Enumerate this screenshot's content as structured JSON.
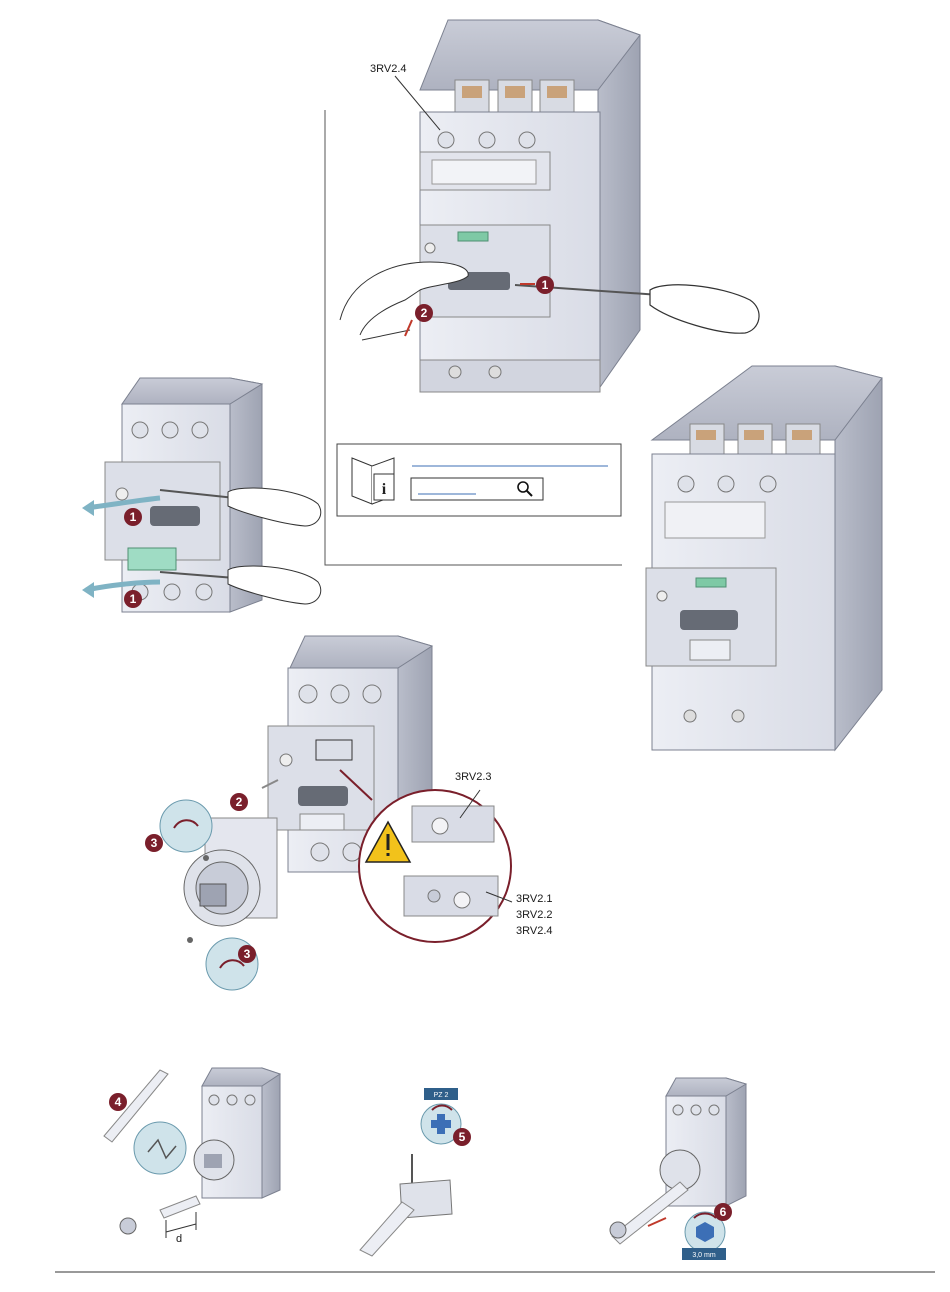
{
  "labels": {
    "top_device": "3RV2.4",
    "detail_top": "3RV2.3",
    "detail_bottom_1": "3RV2.1",
    "detail_bottom_2": "3RV2.2",
    "detail_bottom_3": "3RV2.4",
    "dimension": "d",
    "bit_pz": "PZ 2",
    "bit_hex": "3,0 mm"
  },
  "steps": {
    "s1": "1",
    "s2": "2",
    "s3": "3",
    "s4": "4",
    "s5": "5",
    "s6": "6"
  },
  "colors": {
    "step_badge": "#7a1f2b",
    "callout_fill": "#cfe3ea",
    "callout_stroke": "#6a9aad",
    "device_light": "#e6e8ef",
    "device_mid": "#c8ccd8",
    "device_dark": "#9fa4b3",
    "info_line": "#3c6fb6",
    "warning": "#f2c21b"
  },
  "icons": {
    "info": "manual-info-icon",
    "search": "search-icon",
    "warning": "warning-icon",
    "phillips": "phillips-screwdriver-icon",
    "hex": "hex-key-icon"
  }
}
